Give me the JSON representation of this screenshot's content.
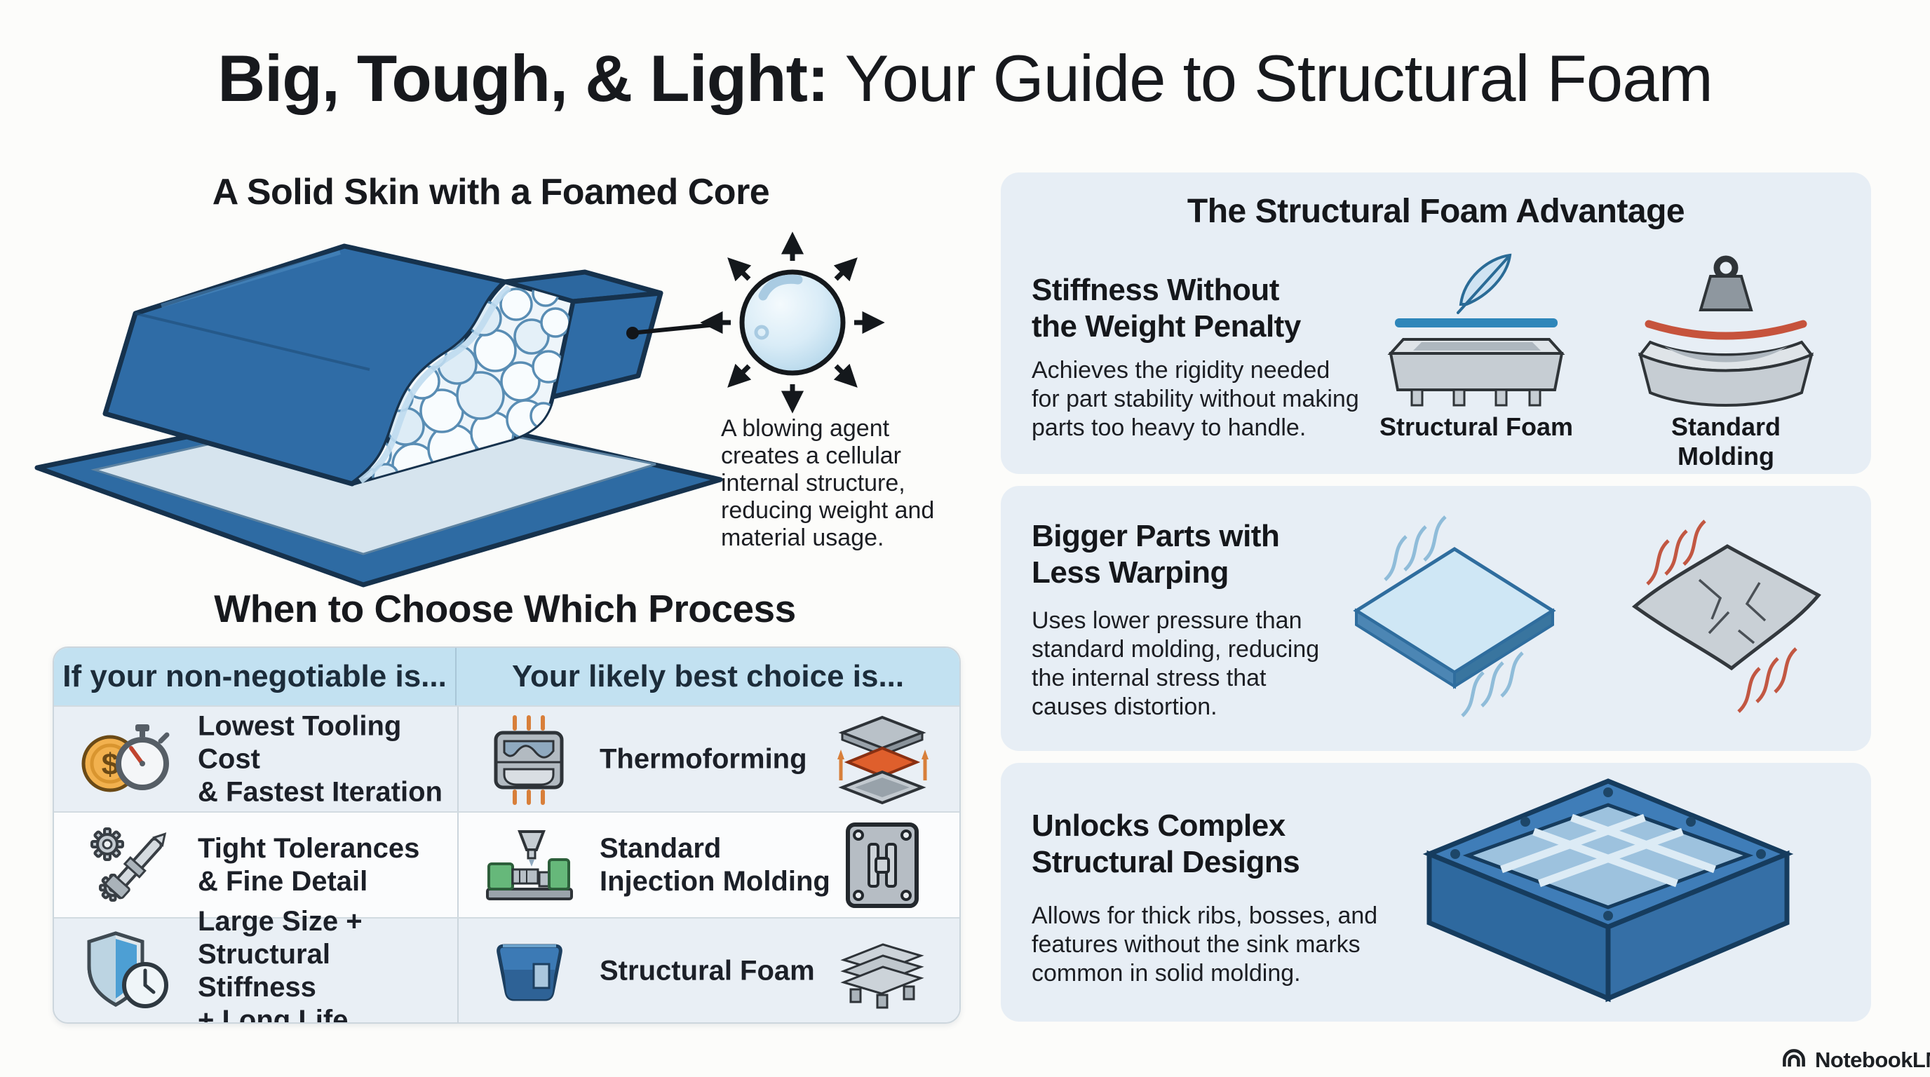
{
  "header": {
    "title_bold": "Big, Tough, & Light:",
    "title_regular": " Your Guide to Structural Foam"
  },
  "left": {
    "solid_skin": {
      "heading": "A Solid Skin with a Foamed Core",
      "caption": "A blowing agent\ncreates a cellular\ninternal structure,\nreducing weight and\nmaterial usage."
    },
    "process_table": {
      "heading": "When to Choose Which Process",
      "col1_header": "If your non-negotiable is...",
      "col2_header": "Your likely best choice is...",
      "rows": [
        {
          "need": "Lowest Tooling Cost\n& Fastest Iteration",
          "choice": "Thermoforming"
        },
        {
          "need": "Tight Tolerances\n& Fine Detail",
          "choice": "Standard\nInjection Molding"
        },
        {
          "need": "Large Size +\nStructural Stiffness\n+ Long Life",
          "choice": "Structural Foam"
        }
      ]
    }
  },
  "right": {
    "heading": "The Structural Foam Advantage",
    "cards": [
      {
        "title": "Stiffness Without\nthe Weight Penalty",
        "body": "Achieves the rigidity needed\nfor part stability without making\nparts too heavy to handle.",
        "compare": [
          {
            "label": "Structural Foam"
          },
          {
            "label": "Standard Molding"
          }
        ]
      },
      {
        "title": "Bigger Parts with\nLess Warping",
        "body": "Uses lower pressure than\nstandard molding, reducing\nthe internal stress that\ncauses distortion."
      },
      {
        "title": "Unlocks Complex\nStructural Designs",
        "body": "Allows for thick ribs, bosses, and\nfeatures without the sink marks\ncommon in solid molding."
      }
    ]
  },
  "footer": {
    "brand": "NotebookLM"
  },
  "icons": {
    "coin_symbol": "$",
    "need_icons": [
      "coin-stopwatch-icon",
      "gears-caliper-icon",
      "shield-clock-icon"
    ],
    "choice_icons": [
      "thermoform-mold-icon",
      "injection-molding-machine-icon",
      "structural-foam-part-icon"
    ],
    "result_icons": [
      "stacked-sheets-icon",
      "mold-plate-icon",
      "pallet-icon"
    ],
    "card1_icons": [
      "feather-icon",
      "weight-icon"
    ],
    "brand_icon": "notebooklm-logo-icon"
  },
  "colors": {
    "background": "#fcfcfa",
    "text": "#17191d",
    "card_bg": "#e7eef5",
    "table_header_bg": "#c2e1f1",
    "row_tint_bg": "#e9eff5",
    "part_blue": "#2e6ba4",
    "bar_blue": "#2e86ba",
    "accent_orange": "#d87f3a",
    "accent_red": "#c6533c"
  }
}
